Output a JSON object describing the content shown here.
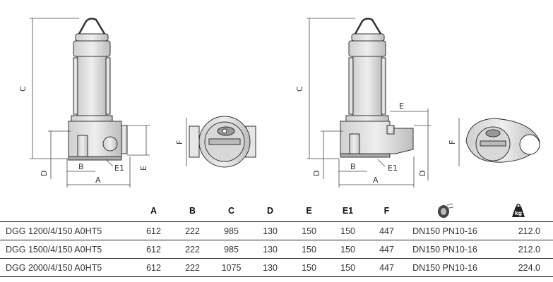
{
  "drawing_labels": {
    "left_side": {
      "C": "C",
      "D": "D",
      "B": "B",
      "A": "A",
      "E1": "E1",
      "E": "E"
    },
    "left_top": {
      "F": "F"
    },
    "right_side": {
      "C": "C",
      "D": "D",
      "B": "B",
      "A": "A",
      "E1": "E1",
      "E": "E",
      "D2": "D"
    },
    "right_top": {
      "F": "F"
    }
  },
  "table": {
    "headers": [
      "",
      "A",
      "B",
      "C",
      "D",
      "E",
      "E1",
      "F"
    ],
    "flange_icon": "pipe-flange-icon",
    "weight_icon": "weight-kg-icon",
    "weight_icon_text": "kg",
    "rows": [
      {
        "model": "DGG 1200/4/150 A0HT5",
        "A": "612",
        "B": "222",
        "C": "985",
        "D": "130",
        "E": "150",
        "E1": "150",
        "F": "447",
        "flange": "DN150 PN10-16",
        "weight": "212.0"
      },
      {
        "model": "DGG 1500/4/150 A0HT5",
        "A": "612",
        "B": "222",
        "C": "985",
        "D": "130",
        "E": "150",
        "E1": "150",
        "F": "447",
        "flange": "DN150 PN10-16",
        "weight": "212.0"
      },
      {
        "model": "DGG 2000/4/150 A0HT5",
        "A": "612",
        "B": "222",
        "C": "1075",
        "D": "130",
        "E": "150",
        "E1": "150",
        "F": "447",
        "flange": "DN150 PN10-16",
        "weight": "224.0"
      }
    ]
  }
}
